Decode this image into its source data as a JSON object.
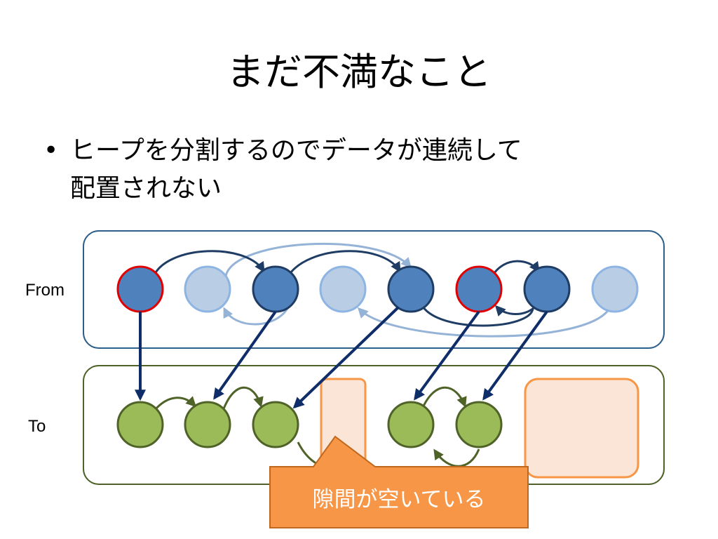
{
  "slide": {
    "title": "まだ不満なこと",
    "bullet": {
      "marker": "•",
      "line1": "ヒープを分割するのでデータが連続して",
      "line2": "配置されない"
    }
  },
  "diagram": {
    "from_label": "From",
    "to_label": "To",
    "callout": "隙間が空いている",
    "colors": {
      "from_box": "#2e5f8a",
      "to_box": "#4f6228",
      "from_node": "#4f81bd",
      "from_node_dark": "#1f3d64",
      "from_node_faded": "#b9cde5",
      "from_node_faded_stroke": "#8eb4e3",
      "root_stroke": "#e00000",
      "to_node": "#9bbb59",
      "to_node_stroke": "#4f6228",
      "gap_fill": "#fbe5d6",
      "gap_stroke": "#f79646",
      "callout_fill": "#f79646",
      "callout_stroke": "#c0681e",
      "copy_arrow": "#0f2d69"
    }
  }
}
